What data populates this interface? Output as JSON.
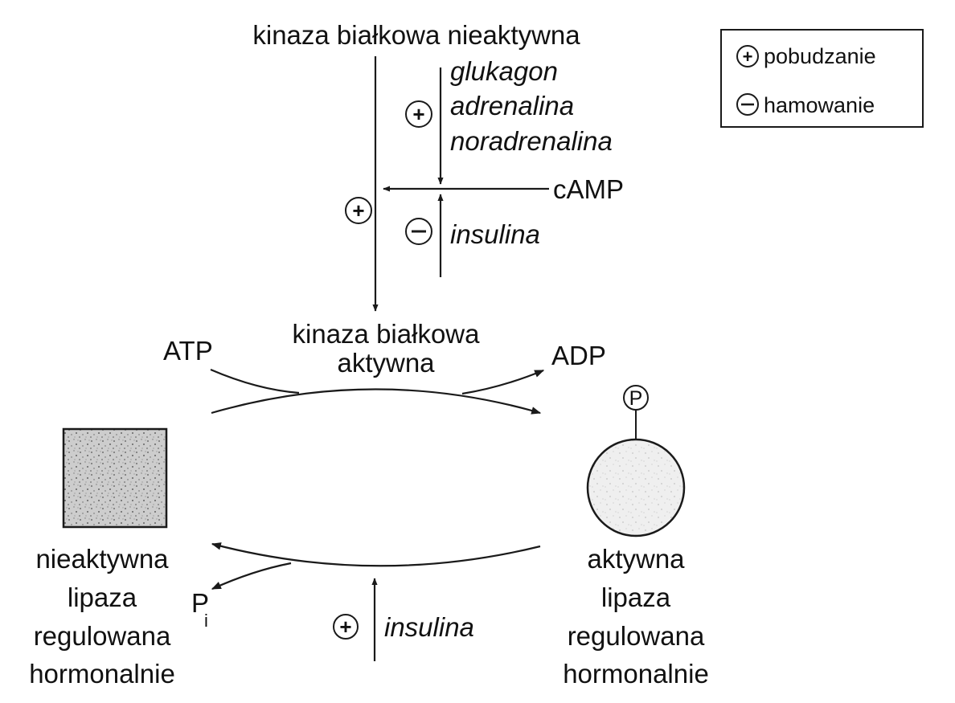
{
  "diagram": {
    "top_label": "kinaza białkowa nieaktywna",
    "stimulators": [
      "glukagon",
      "adrenalina",
      "noradrenalina"
    ],
    "camp": "cAMP",
    "inhibitor_top": "insulina",
    "active_kinase": [
      "kinaza białkowa",
      "aktywna"
    ],
    "atp": "ATP",
    "adp": "ADP",
    "phosphate_symbol": "P",
    "pi": {
      "main": "P",
      "sub": "i"
    },
    "inactive_lipase": [
      "nieaktywna",
      "lipaza",
      "regulowana",
      "hormonalnie"
    ],
    "active_lipase": [
      "aktywna",
      "lipaza",
      "regulowana",
      "hormonalnie"
    ],
    "activator_bottom": "insulina",
    "plus_symbol": "+",
    "minus_symbol": "−"
  },
  "legend": {
    "stimulation": "pobudzanie",
    "inhibition": "hamowanie"
  },
  "colors": {
    "line": "#1a1a1a",
    "inactive_fill": "#cfcfcf",
    "active_fill": "#ececec"
  }
}
